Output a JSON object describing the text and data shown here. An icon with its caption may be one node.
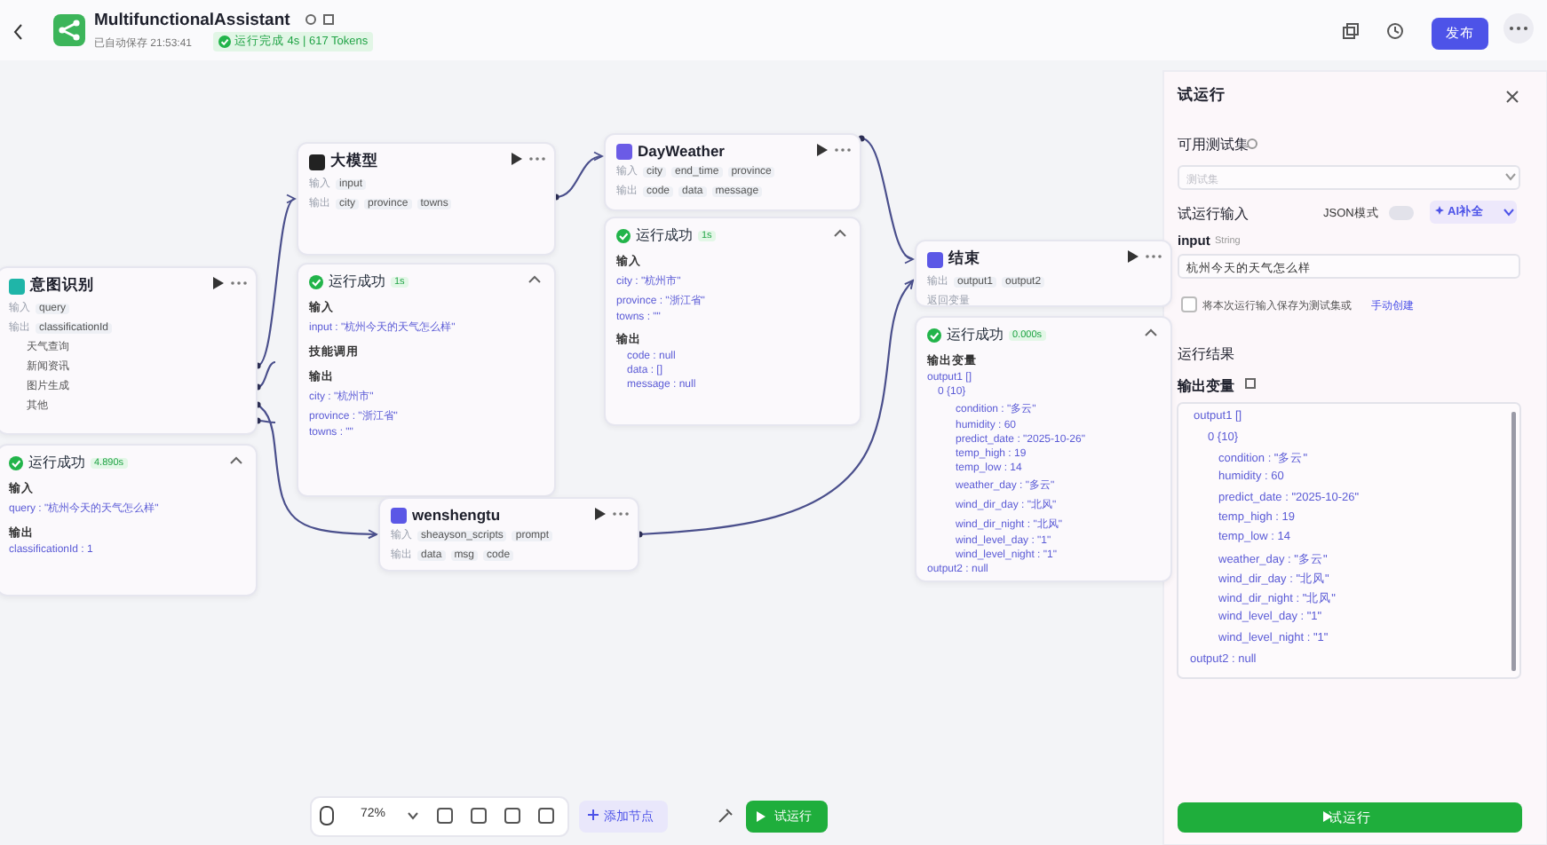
{
  "diagram": {
    "nodes": [
      {
        "text": [
          "意图识别",
          "输入",
          "query",
          "输出",
          "classificationId",
          "天气查询",
          "新闻资讯",
          "图片生成",
          "其他"
        ]
      },
      {
        "text": [
          "运行成功",
          "4.890s",
          "输入",
          "query : \"杭州今天的天气怎么样\"",
          "输出",
          "classificationId : 1"
        ]
      },
      {
        "text": [
          "大模型",
          "输入",
          "input",
          "输出",
          "city",
          "province",
          "towns"
        ]
      },
      {
        "text": [
          "运行成功",
          "1s",
          "输入",
          "input : \"杭州今天的天气怎么样\"",
          "技能调用",
          "输出",
          "city : \"杭州市\"",
          "province : \"浙江省\"",
          "towns : \"\""
        ]
      },
      {
        "text": [
          "DayWeather",
          "输入",
          "city",
          "end_time",
          "province",
          "输出",
          "code",
          "data",
          "message"
        ]
      },
      {
        "text": [
          "运行成功",
          "1s",
          "输入",
          "city : \"杭州市\"",
          "province : \"浙江省\"",
          "towns : \"\"",
          "输出",
          "code : null",
          "data : []",
          "message : null"
        ]
      },
      {
        "text": [
          "结束",
          "输出",
          "output1",
          "output2",
          "返回变量"
        ]
      },
      {
        "text": [
          "运行成功",
          "0.000s",
          "输出变量",
          "output1 []",
          "0 {10}",
          "condition : \"多云\"",
          "humidity : 60",
          "predict_date : \"2025-10-26\"",
          "temp_high : 19",
          "temp_low : 14",
          "weather_day : \"多云\"",
          "wind_dir_day : \"北风\"",
          "wind_dir_night : \"北风\"",
          "wind_level_day : \"1\"",
          "wind_level_night : \"1\"",
          "output2 : null"
        ]
      },
      {
        "text": [
          "wenshengtu",
          "输入",
          "sheayson_scripts",
          "prompt",
          "输出",
          "data",
          "msg",
          "code"
        ]
      }
    ],
    "edges": [
      {
        "from": 0,
        "to": 2,
        "arrow": "to"
      },
      {
        "from": 0,
        "to": null,
        "arrow": "none"
      },
      {
        "from": 0,
        "to": 8,
        "arrow": "to"
      },
      {
        "from": 0,
        "to": null,
        "arrow": "none"
      },
      {
        "from": 2,
        "to": 4,
        "arrow": "to"
      },
      {
        "from": 4,
        "to": 6,
        "arrow": "to"
      },
      {
        "from": 8,
        "to": 6,
        "arrow": "to"
      }
    ],
    "labels": [
      "MultifunctionalAssistant",
      "已自动保存 21:53:41",
      "运行完成 4s | 617 Tokens",
      "发布",
      "试运行",
      "可用测试集",
      "测试集",
      "试运行输入",
      "JSON模式",
      "AI补全",
      "input",
      "String",
      "杭州今天的天气怎么样",
      "将本次运行输入保存为测试集或",
      "手动创建",
      "运行结果",
      "输出变量",
      "output1 []",
      "0 {10}",
      "condition : \"多云\"",
      "humidity : 60",
      "predict_date : \"2025-10-26\"",
      "temp_high : 19",
      "temp_low : 14",
      "weather_day : \"多云\"",
      "wind_dir_day : \"北风\"",
      "wind_dir_night : \"北风\"",
      "wind_level_day : \"1\"",
      "wind_level_night : \"1\"",
      "output2 : null",
      "试运行",
      "72%",
      "添加节点",
      "试运行"
    ]
  }
}
